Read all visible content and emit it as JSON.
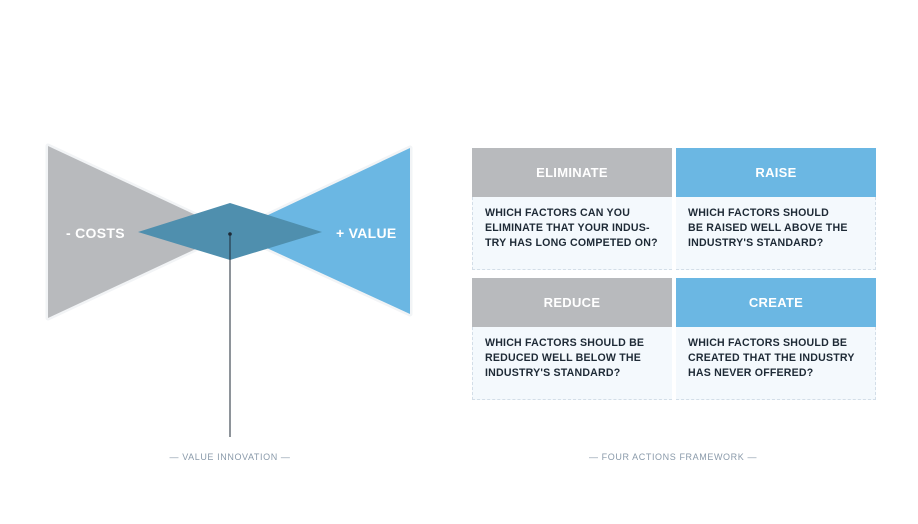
{
  "value_innovation": {
    "costs_label": "- COSTS",
    "value_label": "+ VALUE",
    "caption": "— VALUE INNOVATION —",
    "colors": {
      "costs": "#b8babd",
      "value": "#6bb7e3",
      "overlap": "#4f8fae",
      "line": "#1e2a36"
    }
  },
  "four_actions": {
    "caption": "— FOUR ACTIONS FRAMEWORK —",
    "cells": [
      {
        "title": "ELIMINATE",
        "question": "WHICH FACTORS CAN YOU\nELIMINATE THAT YOUR INDUS-\nTRY HAS LONG COMPETED ON?"
      },
      {
        "title": "RAISE",
        "question": "WHICH FACTORS SHOULD\nBE RAISED WELL ABOVE THE\nINDUSTRY'S STANDARD?"
      },
      {
        "title": "REDUCE",
        "question": "WHICH FACTORS SHOULD BE\nREDUCED WELL BELOW THE\nINDUSTRY'S STANDARD?"
      },
      {
        "title": "CREATE",
        "question": "WHICH FACTORS SHOULD BE\nCREATED THAT THE INDUSTRY\nHAS NEVER OFFERED?"
      }
    ]
  }
}
